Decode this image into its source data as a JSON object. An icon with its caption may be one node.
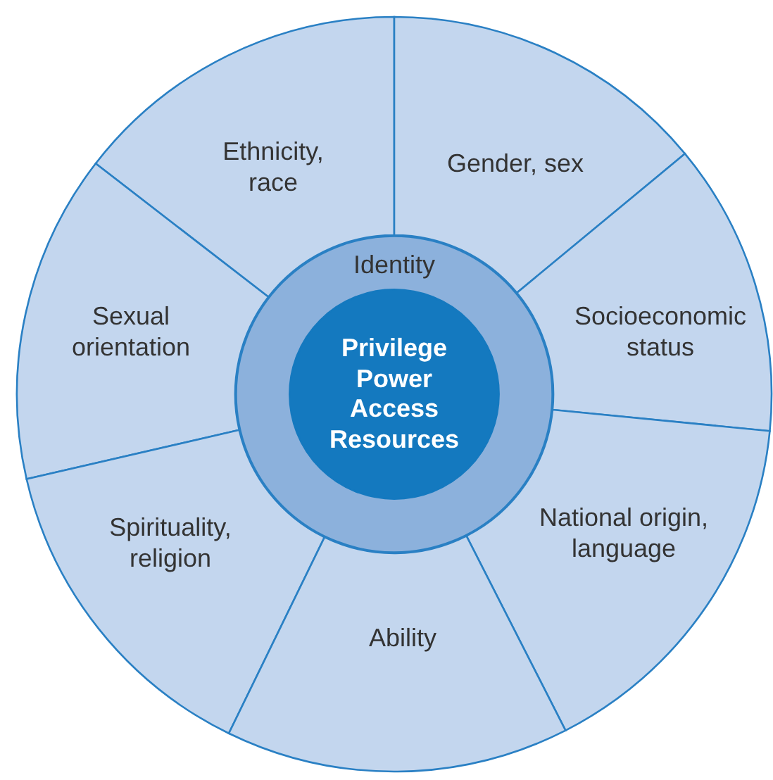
{
  "diagram": {
    "nodes": [
      {
        "text": [
          "Identity"
        ]
      },
      {
        "text": [
          "Privilege Power Access Resources"
        ],
        "in": 0
      },
      {
        "text": [
          "Ethnicity, race"
        ]
      },
      {
        "text": [
          "Gender, sex"
        ]
      },
      {
        "text": [
          "Sexual orientation"
        ]
      },
      {
        "text": [
          "Socioeconomic status"
        ]
      },
      {
        "text": [
          "Spirituality, religion"
        ]
      },
      {
        "text": [
          "National origin, language"
        ]
      },
      {
        "text": [
          "Ability"
        ]
      }
    ]
  }
}
